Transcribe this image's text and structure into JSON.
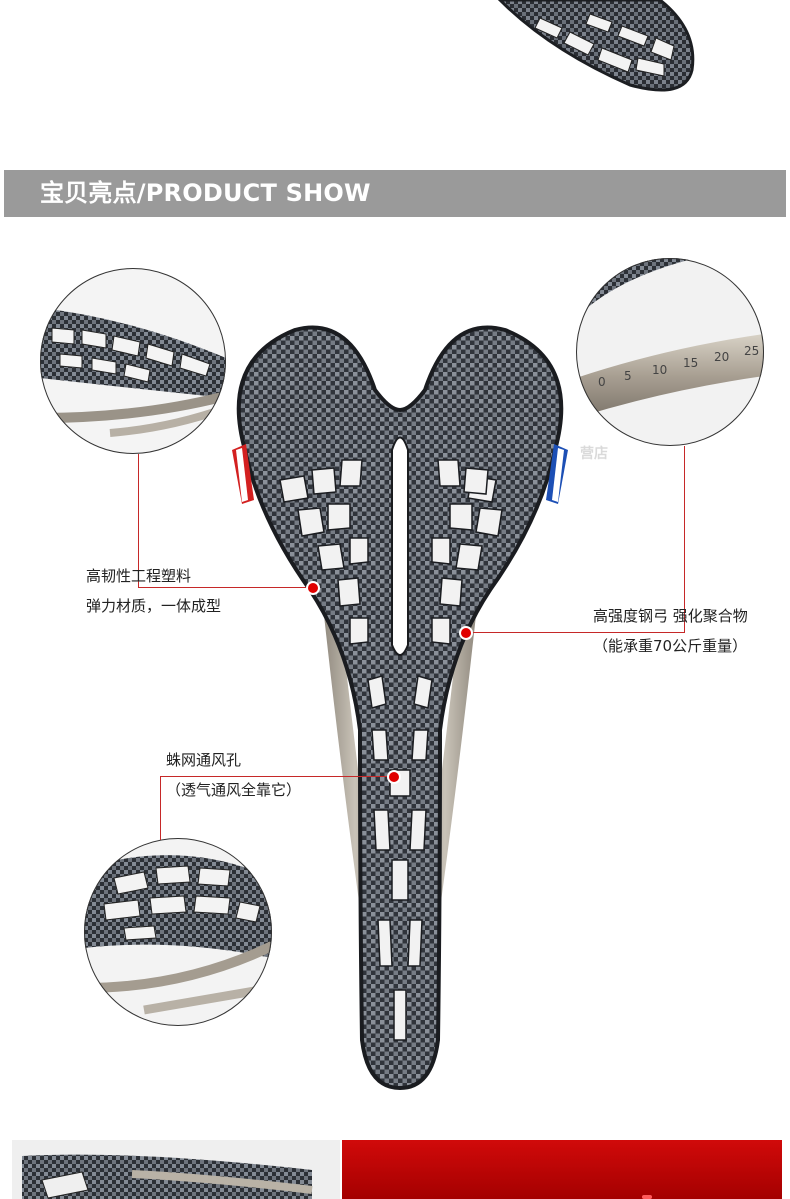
{
  "banner": {
    "title": "宝贝亮点/PRODUCT SHOW",
    "background": "#9a9a9a"
  },
  "callouts": {
    "material": {
      "line1": "高韧性工程塑料",
      "line2": "弹力材质，一体成型"
    },
    "rail": {
      "line1": "高强度钢弓 强化聚合物",
      "line2": "（能承重70公斤重量）"
    },
    "vents": {
      "line1": "蛛网通风孔",
      "line2": "（透气通风全靠它）"
    }
  },
  "watermark": "营店",
  "zoom_rail_scale": [
    "0",
    "5",
    "10",
    "15",
    "20",
    "25"
  ],
  "colors": {
    "accent_red": "#e00000",
    "leader_line": "#c62828",
    "bottom_strip": "#b30000"
  }
}
